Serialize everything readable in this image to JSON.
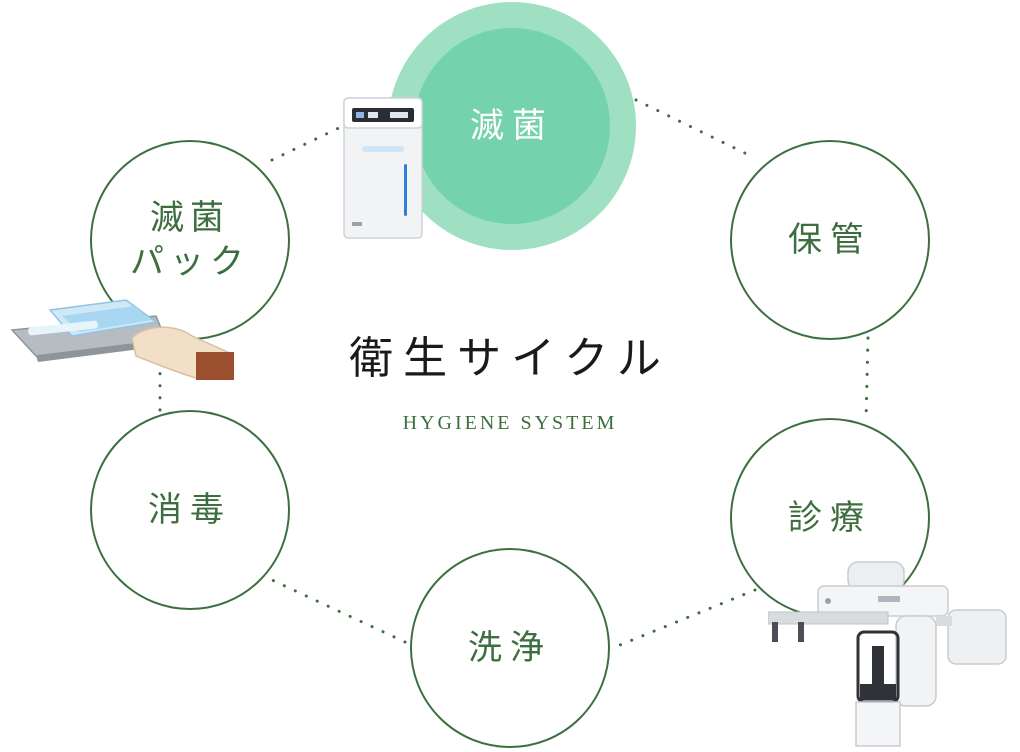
{
  "diagram": {
    "title": "衛生サイクル",
    "subtitle": "HYGIENE SYSTEM",
    "nodes": [
      {
        "id": "sterilize",
        "label": "滅菌",
        "active": true
      },
      {
        "id": "storage",
        "label": "保管"
      },
      {
        "id": "treatment",
        "label": "診療"
      },
      {
        "id": "washing",
        "label": "洗浄"
      },
      {
        "id": "disinfection",
        "label": "消毒"
      },
      {
        "id": "sterile-pack",
        "label_line1": "滅菌",
        "label_line2": "パック"
      }
    ],
    "colors": {
      "outline": "#3d6e3f",
      "dots": "#3d6e3f",
      "active_outer": "#9fe0c2",
      "active_inner": "#74d3ad"
    },
    "icons": [
      "sterilizer-device-icon",
      "instrument-tray-icon",
      "dental-xray-unit-icon"
    ]
  }
}
